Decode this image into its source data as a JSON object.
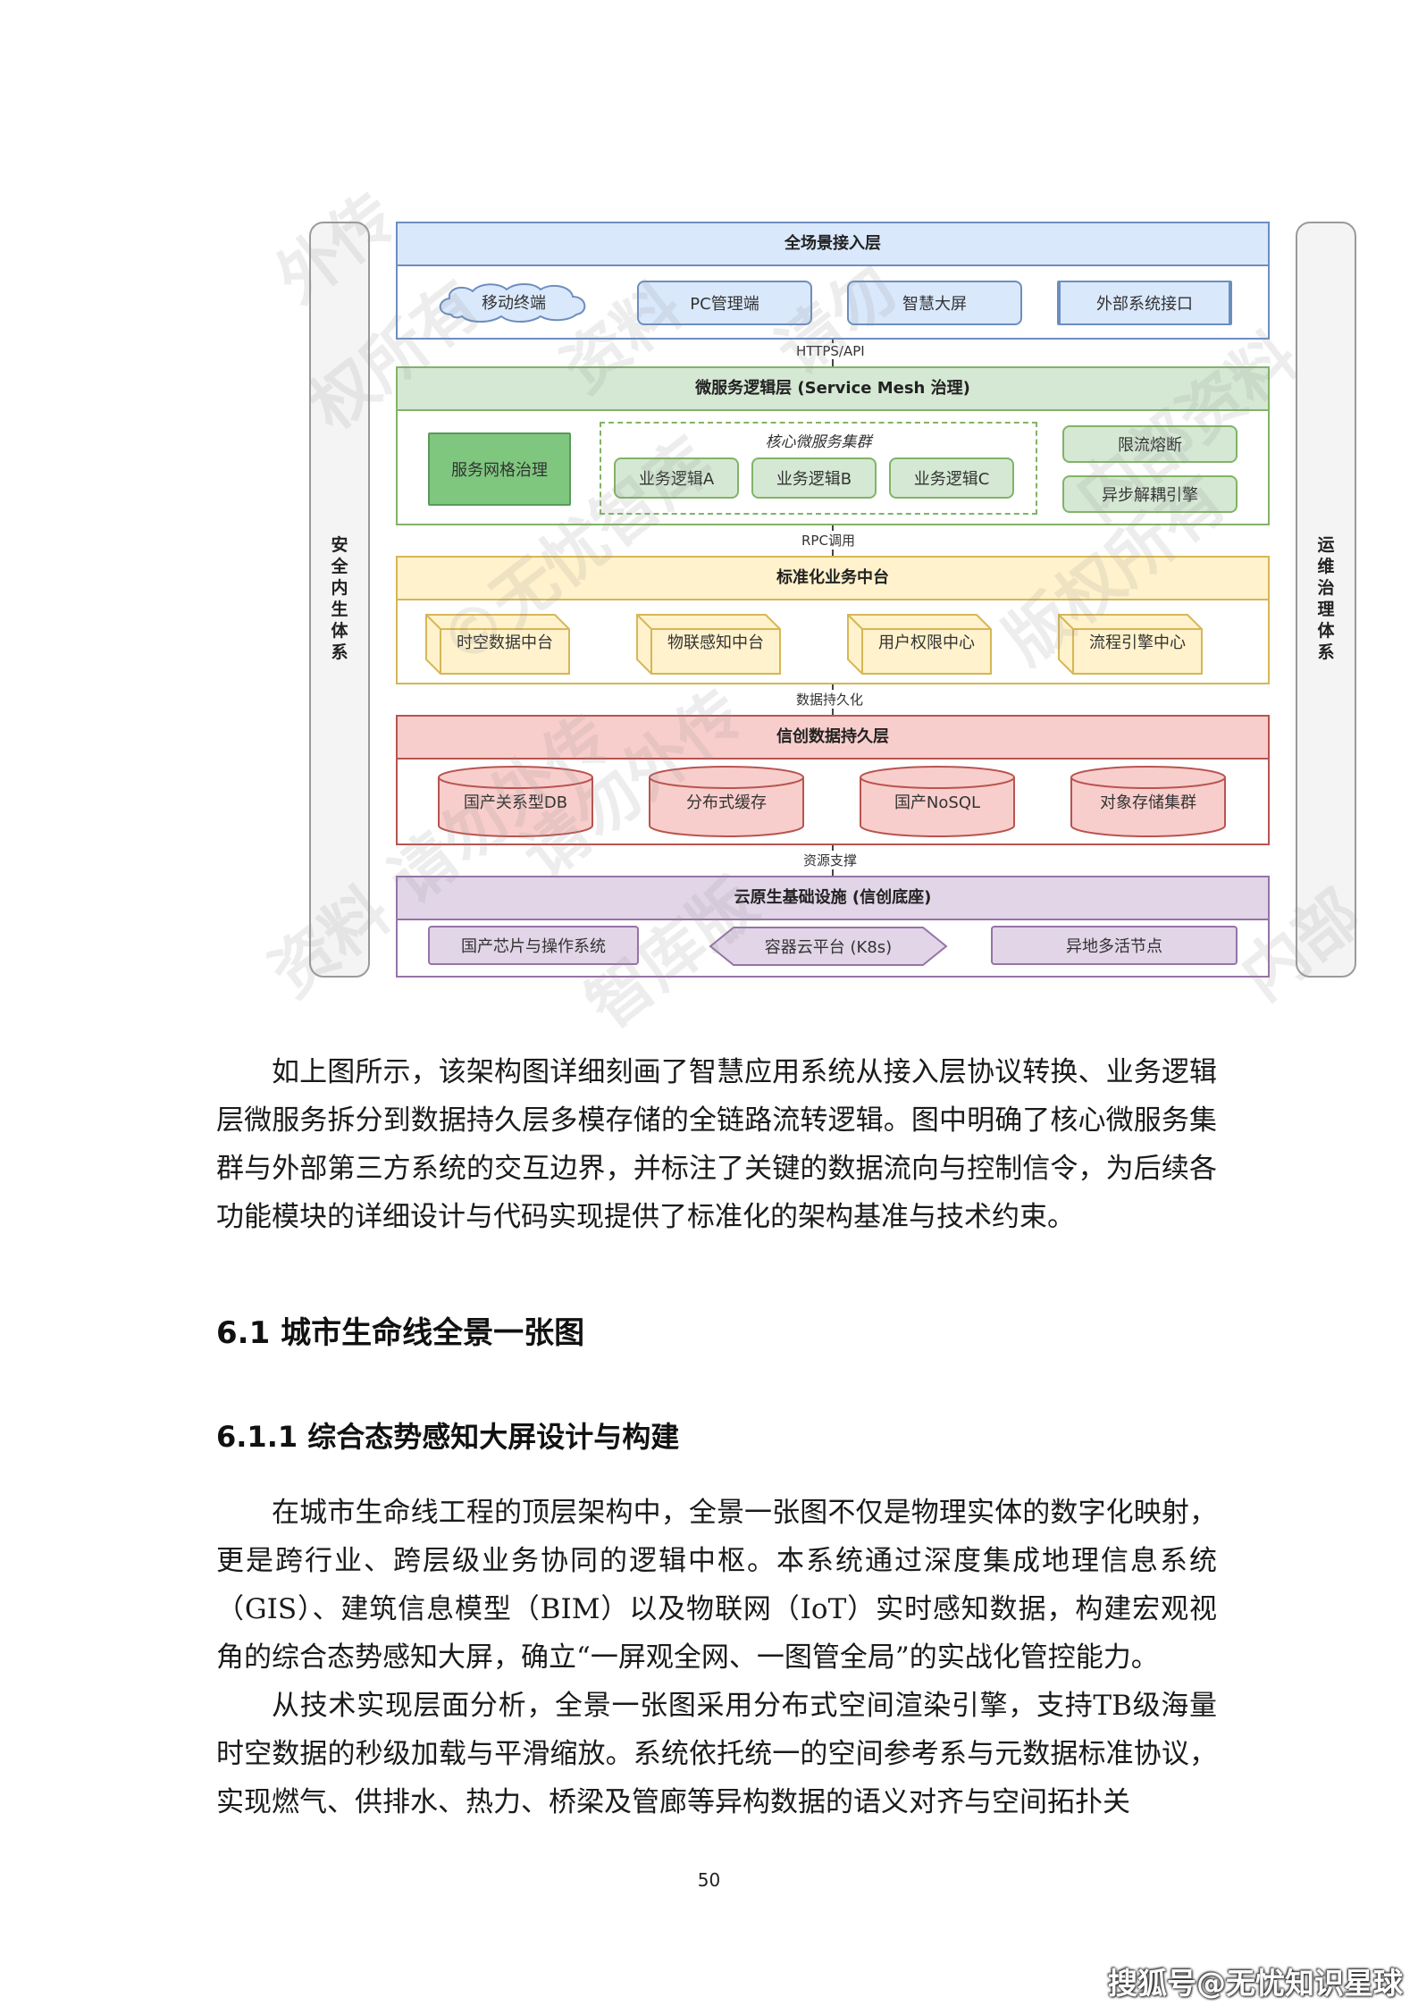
{
  "diagram": {
    "left_pillar": "安\n全\n内\n生\n体\n系",
    "right_pillar": "运\n维\n治\n理\n体\n系",
    "layer1": {
      "title": "全场景接入层",
      "nodes": [
        "移动终端",
        "PC管理端",
        "智慧大屏",
        "外部系统接口"
      ]
    },
    "conn1": "HTTPS/API",
    "layer2": {
      "title": "微服务逻辑层 (Service Mesh 治理)",
      "mesh": "服务网格治理",
      "cluster_title": "核心微服务集群",
      "cluster_nodes": [
        "业务逻辑A",
        "业务逻辑B",
        "业务逻辑C"
      ],
      "right_nodes": [
        "限流熔断",
        "异步解耦引擎"
      ]
    },
    "conn2": "RPC调用",
    "layer3": {
      "title": "标准化业务中台",
      "nodes": [
        "时空数据中台",
        "物联感知中台",
        "用户权限中心",
        "流程引擎中心"
      ]
    },
    "conn3": "数据持久化",
    "layer4": {
      "title": "信创数据持久层",
      "nodes": [
        "国产关系型DB",
        "分布式缓存",
        "国产NoSQL",
        "对象存储集群"
      ]
    },
    "conn4": "资源支撑",
    "layer5": {
      "title": "云原生基础设施 (信创底座)",
      "nodes": [
        "国产芯片与操作系统",
        "容器云平台 (K8s)",
        "异地多活节点"
      ]
    }
  },
  "paragraph_1": "如上图所示，该架构图详细刻画了智慧应用系统从接入层协议转换、业务逻辑层微服务拆分到数据持久层多模存储的全链路流转逻辑。图中明确了核心微服务集群与外部第三方系统的交互边界，并标注了关键的数据流向与控制信令，为后续各功能模块的详细设计与代码实现提供了标准化的架构基准与技术约束。",
  "heading_1": "6.1 城市生命线全景一张图",
  "heading_2": "6.1.1 综合态势感知大屏设计与构建",
  "paragraph_2": "在城市生命线工程的顶层架构中，全景一张图不仅是物理实体的数字化映射，更是跨行业、跨层级业务协同的逻辑中枢。本系统通过深度集成地理信息系统（GIS）、建筑信息模型（BIM）以及物联网（IoT）实时感知数据，构建宏观视角的综合态势感知大屏，确立“一屏观全网、一图管全局”的实战化管控能力。",
  "paragraph_3": "从技术实现层面分析，全景一张图采用分布式空间渲染引擎，支持TB级海量时空数据的秒级加载与平滑缩放。系统依托统一的空间参考系与元数据标准协议，实现燃气、供排水、热力、桥梁及管廊等异构数据的语义对齐与空间拓扑关",
  "page_number": "50",
  "source_mark": "搜狐号@无忧知识星球",
  "watermarks": [
    "外传",
    "权所有",
    "资料",
    "请勿",
    "内部资料",
    "©无忧智库",
    "版权所有",
    "请勿外传",
    "智库版",
    "资料 请勿外传",
    "内部"
  ],
  "colors": {
    "blue_fill": "#dae8fc",
    "blue_border": "#6c8ebf",
    "green_fill": "#d5e8d4",
    "green_border": "#82b366",
    "green_dark": "#7fc77f",
    "yellow_fill": "#fff2cc",
    "yellow_border": "#d6b656",
    "red_fill": "#f8cecc",
    "red_border": "#b85450",
    "purple_fill": "#e1d5e7",
    "purple_border": "#9673a6"
  }
}
